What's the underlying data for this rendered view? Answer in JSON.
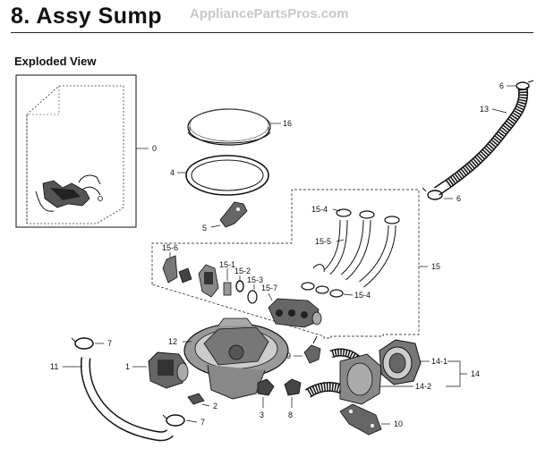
{
  "header": {
    "title": "8.  Assy Sump",
    "watermark": "AppliancePartsPros.com",
    "subtitle": "Exploded View"
  },
  "callouts": {
    "c0": "0",
    "c1": "1",
    "c2": "2",
    "c3": "3",
    "c4": "4",
    "c5": "5",
    "c6a": "6",
    "c6b": "6",
    "c7a": "7",
    "c7b": "7",
    "c8": "8",
    "c9": "9",
    "c10": "10",
    "c11": "11",
    "c12": "12",
    "c13": "13",
    "c14": "14",
    "c14_1": "14-1",
    "c14_2": "14-2",
    "c15": "15",
    "c15_1": "15-1",
    "c15_2": "15-2",
    "c15_3": "15-3",
    "c15_4a": "15-4",
    "c15_4b": "15-4",
    "c15_5": "15-5",
    "c15_6": "15-6",
    "c15_7": "15-7",
    "c16": "16"
  }
}
